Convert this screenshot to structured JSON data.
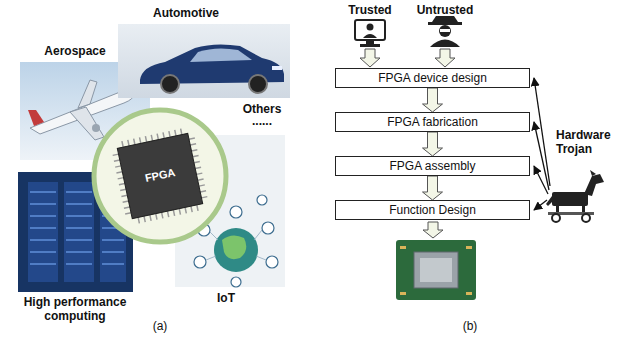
{
  "diagram": {
    "nodes": [
      {
        "text": [
          "FPGA device design"
        ]
      },
      {
        "text": [
          "FPGA fabrication"
        ]
      },
      {
        "text": [
          "FPGA assembly"
        ]
      },
      {
        "text": [
          "Function Design"
        ]
      }
    ],
    "edges": [
      {
        "from": 0,
        "to": 1,
        "arrow": "to"
      },
      {
        "from": 1,
        "to": 2,
        "arrow": "to"
      },
      {
        "from": 2,
        "to": 3,
        "arrow": "to"
      }
    ],
    "labels": [
      "Automotive",
      "Aerospace",
      "Others",
      "......",
      "FPGA",
      "High performance computing",
      "IoT",
      "(a)",
      "Trusted",
      "Untrusted",
      "Hardware Trojan",
      "(b)"
    ]
  }
}
